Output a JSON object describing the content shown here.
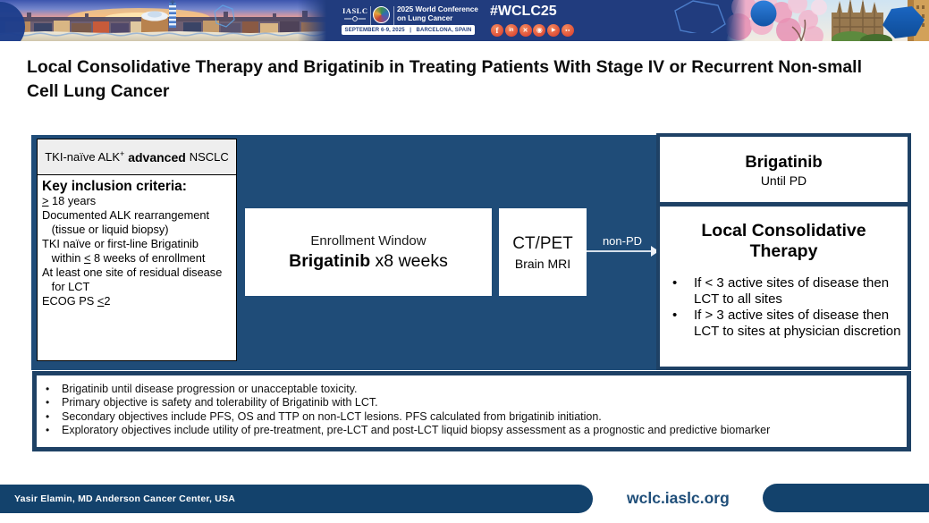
{
  "banner": {
    "iaslc": "IASLC",
    "conference_line1": "2025 World Conference",
    "conference_line2": "on Lung Cancer",
    "date_location": "SEPTEMBER 6-9, 2025   |   BARCELONA, SPAIN",
    "hashtag": "#WCLC25",
    "social": [
      {
        "name": "facebook",
        "glyph": "f"
      },
      {
        "name": "linkedin",
        "glyph": "in"
      },
      {
        "name": "x",
        "glyph": "✕"
      },
      {
        "name": "instagram",
        "glyph": "◉"
      },
      {
        "name": "youtube",
        "glyph": "▶"
      },
      {
        "name": "wechat",
        "glyph": "●●"
      }
    ]
  },
  "title": {
    "line1": "Local Consolidative Therapy and Brigatinib in Treating Patients With Stage IV or Recurrent Non-small",
    "line2": "Cell Lung Cancer"
  },
  "schema": {
    "criteria": {
      "header_pre": "TKI-naïve ALK",
      "header_sup": "+",
      "header_emph": " advanced ",
      "header_post": "NSCLC",
      "heading": "Key inclusion criteria:",
      "lines": [
        {
          "u": ">",
          "post": " 18 years"
        },
        {
          "pre": "Documented ALK rearrangement\n   (tissue or liquid biopsy)"
        },
        {
          "pre": "TKI naïve or first-line Brigatinib\n   within ",
          "u": "<",
          "post": " 8 weeks of enrollment"
        },
        {
          "pre": "At least one site of residual disease\n   for LCT"
        },
        {
          "pre": "ECOG PS ",
          "u": "<",
          "post": "2"
        }
      ]
    },
    "enrollment": {
      "line1": "Enrollment Window",
      "line2_bold": "Brigatinib",
      "line2_rest": " x8 weeks"
    },
    "imaging": {
      "line1": "CT/PET",
      "line2": "Brain MRI"
    },
    "arrow_label": "non-PD",
    "brigatinib_box": {
      "title": "Brigatinib",
      "subtitle": "Until PD"
    },
    "lct_box": {
      "title": "Local Consolidative\nTherapy",
      "bullets": [
        "If < 3 active sites of disease then\nLCT to all sites",
        "If > 3 active sites of disease then\nLCT to sites at physician discretion"
      ]
    }
  },
  "notes": {
    "bullets": [
      "Brigatinib until disease progression or unacceptable toxicity.",
      "Primary objective is safety and tolerability of Brigatinib with LCT.",
      "Secondary objectives include PFS, OS and TTP on non-LCT lesions. PFS calculated from brigatinib initiation.",
      "Exploratory objectives include utility of pre-treatment, pre-LCT and post-LCT liquid biopsy assessment as a prognostic and predictive biomarker"
    ]
  },
  "footer": {
    "credit": "Yasir Elamin, MD Anderson Cancer Center, USA",
    "website": "wclc.iaslc.org"
  },
  "colors": {
    "banner_blue": "#213C7E",
    "panel_navy": "#1F4C78",
    "box_border": "#1E4165",
    "footer_navy": "#13426C",
    "link_navy": "#1F4E79",
    "social_orange": "#E05038"
  }
}
